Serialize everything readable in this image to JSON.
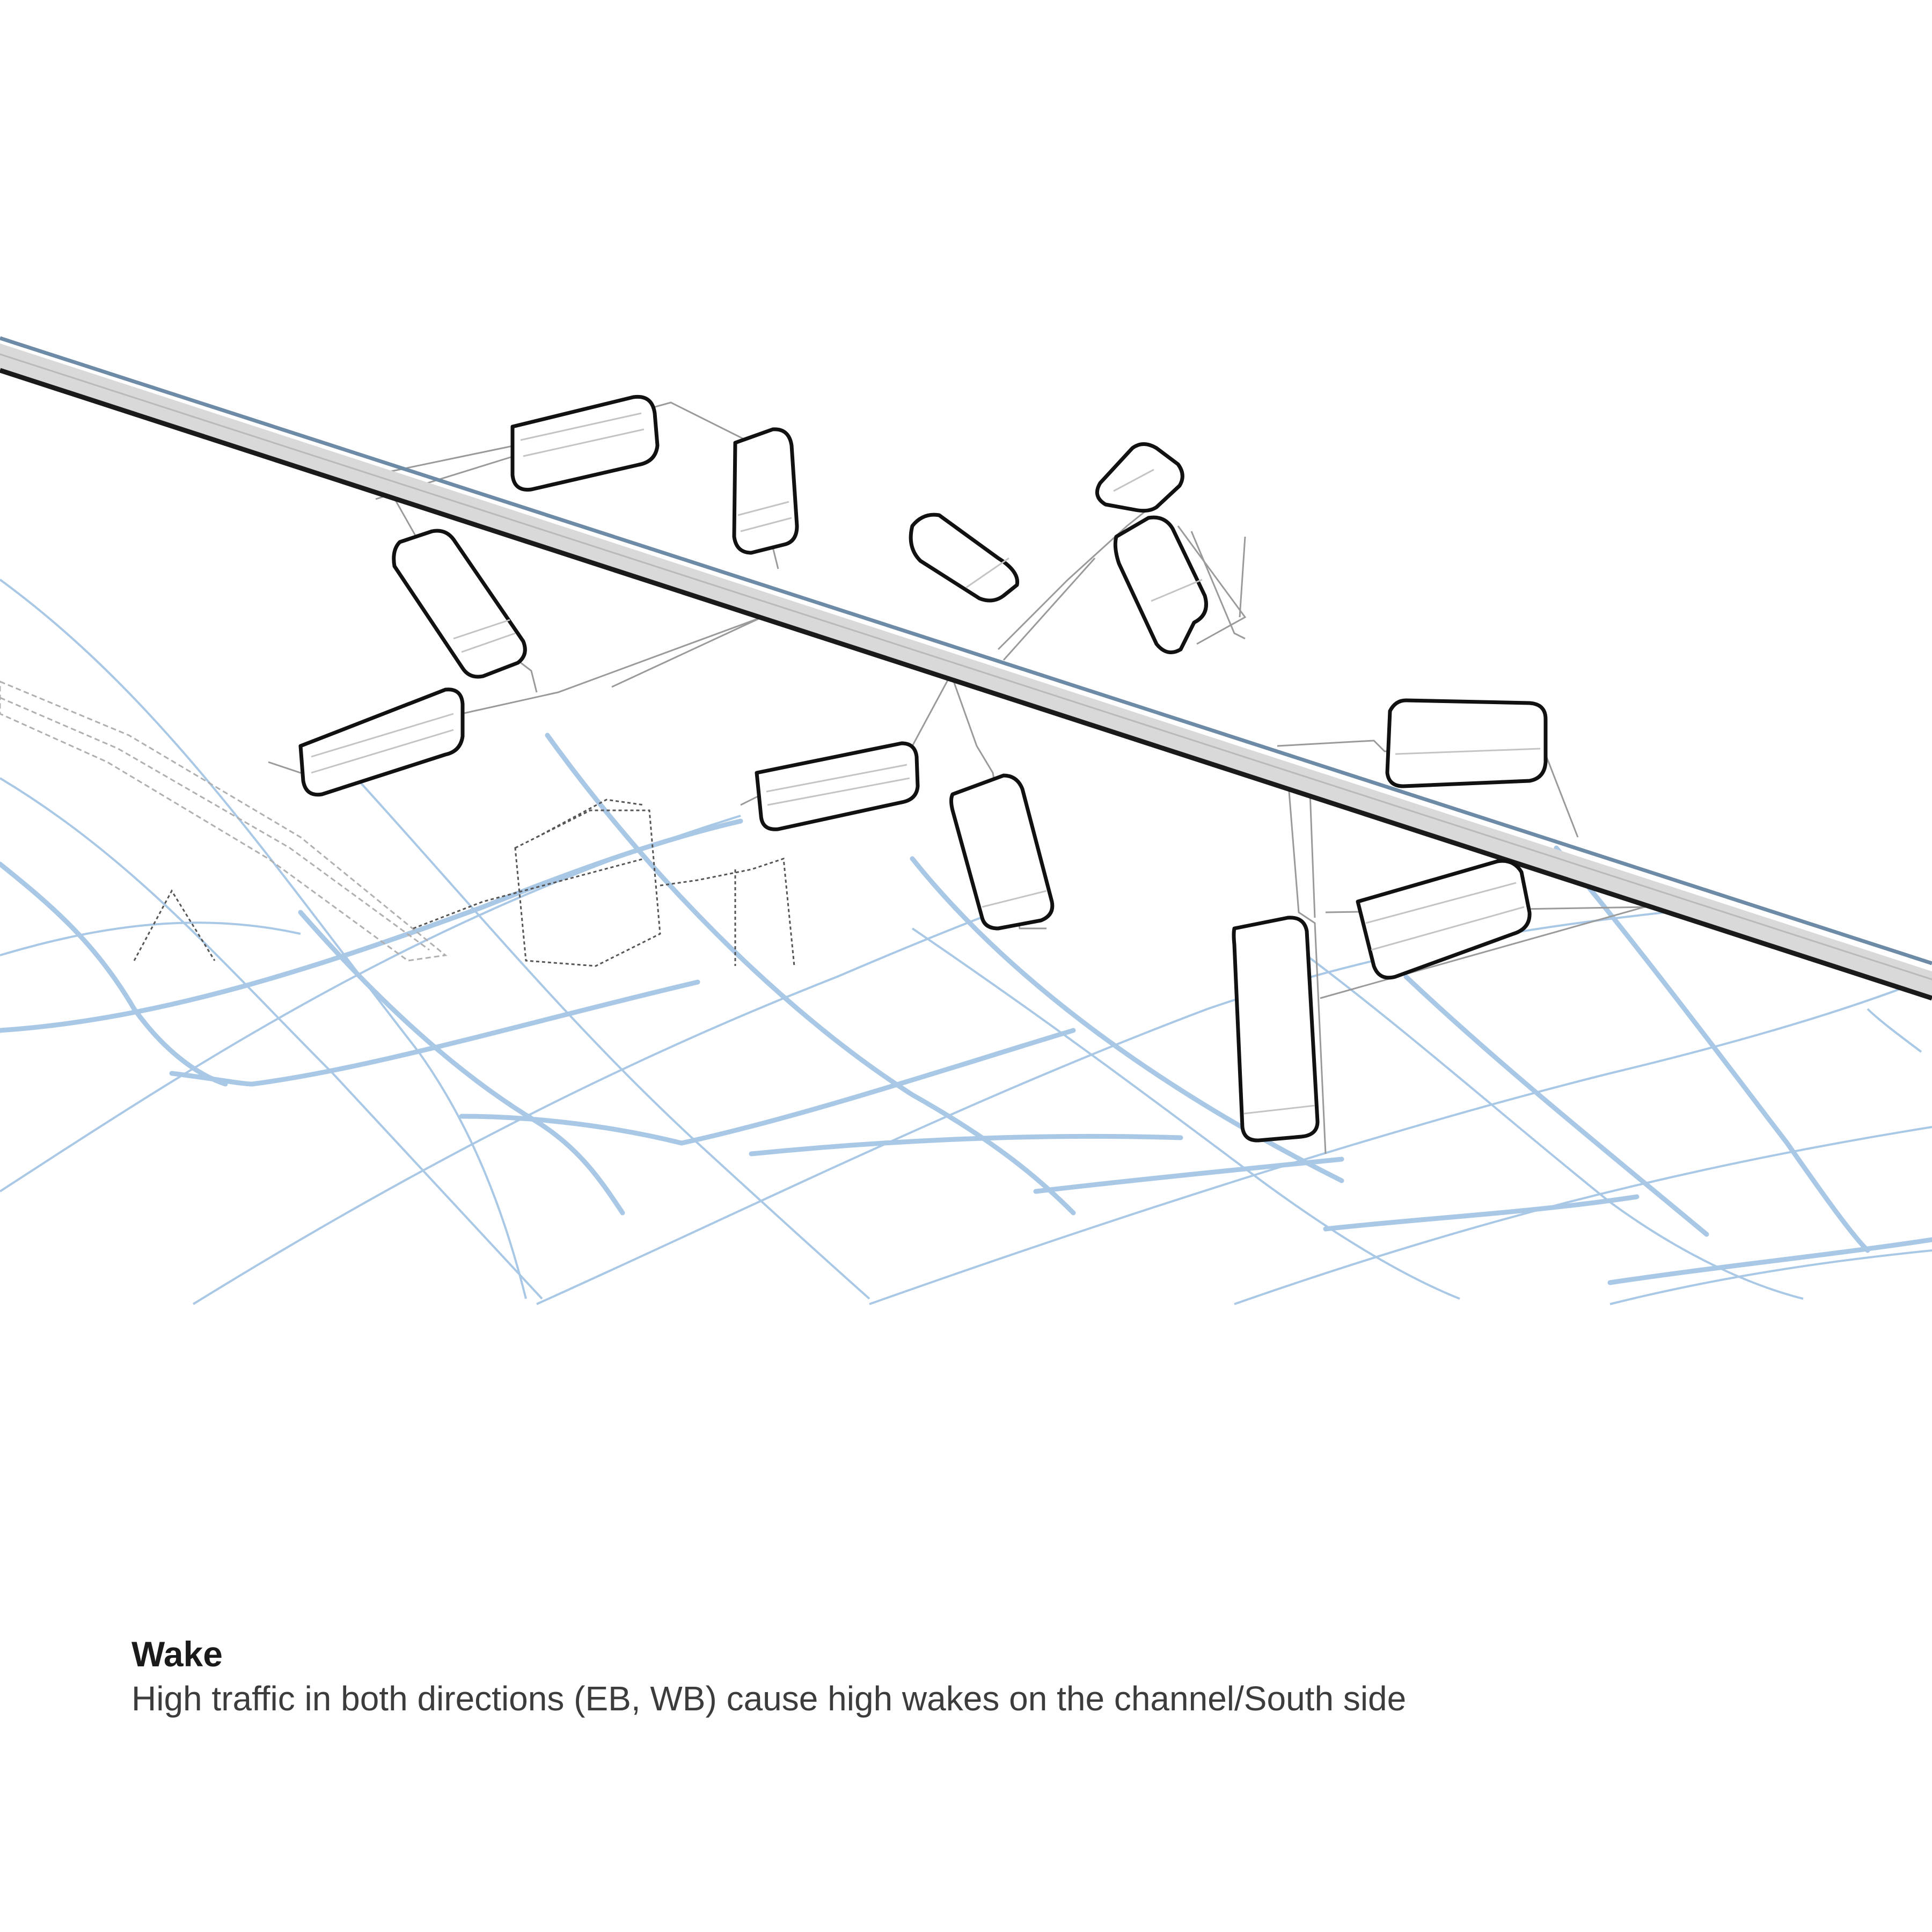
{
  "caption": {
    "title": "Wake",
    "text": "High traffic in both directions (EB, WB) cause high wakes on the channel/South side"
  },
  "colors": {
    "water": "#a9c8e6",
    "dock": "#d9d9d9",
    "dock_edge": "#1a1a1a",
    "hull_outline": "#111111"
  },
  "elements": {
    "dock": "main-dock",
    "boats": [
      "boat",
      "boat",
      "boat",
      "boat",
      "boat",
      "boat",
      "boat",
      "boat",
      "boat",
      "boat",
      "boat",
      "boat",
      "boat"
    ],
    "ghost_boat": "ghost-boat",
    "wake_field": "wake-waves"
  }
}
